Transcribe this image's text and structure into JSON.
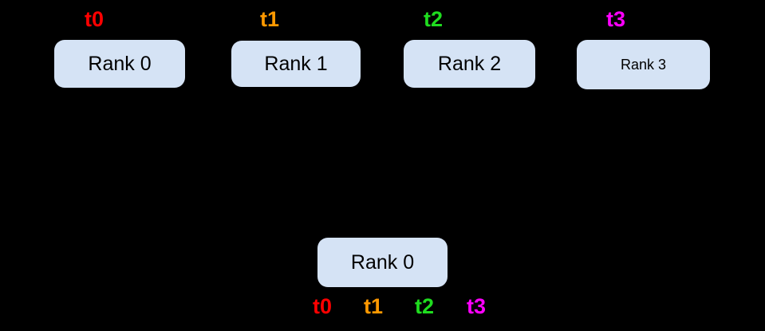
{
  "colors": {
    "background": "#000000",
    "box_fill": "#d5e3f5",
    "box_text": "#000000"
  },
  "top_row": {
    "boxes": [
      {
        "label": "Rank 0"
      },
      {
        "label": "Rank 1"
      },
      {
        "label": "Rank 2"
      },
      {
        "label": "Rank 3"
      }
    ],
    "thread_labels": [
      {
        "text": "t0",
        "color": "#ff0000"
      },
      {
        "text": "t1",
        "color": "#ff9900"
      },
      {
        "text": "t2",
        "color": "#1fdd1f"
      },
      {
        "text": "t3",
        "color": "#ff00ff"
      }
    ]
  },
  "bottom_row": {
    "box": {
      "label": "Rank 0"
    },
    "thread_labels": [
      {
        "text": "t0",
        "color": "#ff0000"
      },
      {
        "text": "t1",
        "color": "#ff9900"
      },
      {
        "text": "t2",
        "color": "#1fdd1f"
      },
      {
        "text": "t3",
        "color": "#ff00ff"
      }
    ]
  }
}
